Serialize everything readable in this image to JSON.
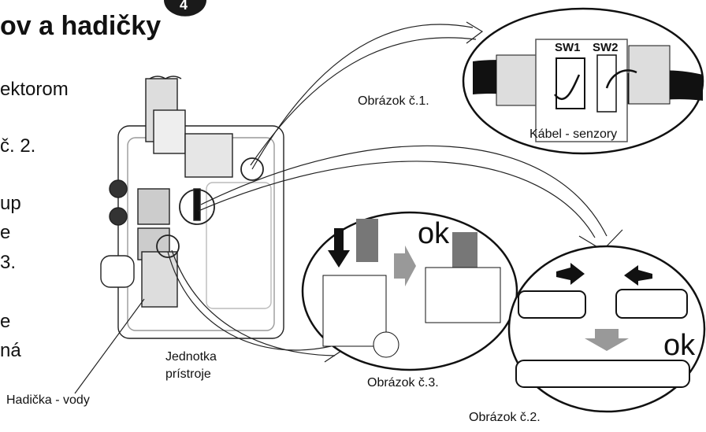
{
  "header": {
    "title": "ov a hadičky",
    "step_number": "4"
  },
  "left_text": [
    "ektorom",
    "č. 2.",
    "up",
    "e",
    "3.",
    "e",
    "ná"
  ],
  "labels": {
    "fig1": "Obrázok č.1.",
    "fig2": "Obrázok č.2.",
    "fig3": "Obrázok č.3.",
    "cable_sensors": "Kábel - senzory",
    "device_unit_line1": "Jednotka",
    "device_unit_line2": "prístroje",
    "water_hose": "Hadička - vody",
    "sw1": "SW1",
    "sw2": "SW2",
    "ok_fig3": "ok",
    "ok_fig2": "ok"
  }
}
